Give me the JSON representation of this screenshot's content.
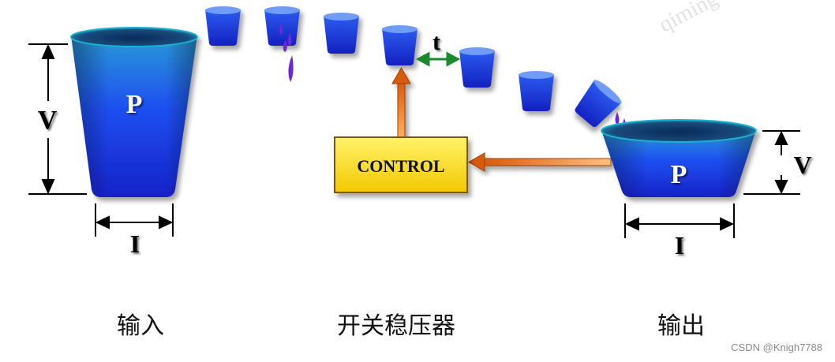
{
  "diagram": {
    "input_tank": {
      "label": "P",
      "height_label": "V",
      "width_label": "I"
    },
    "output_tank": {
      "label": "P",
      "height_label": "V",
      "width_label": "I"
    },
    "control_box": {
      "label": "CONTROL"
    },
    "interval_label": "t",
    "captions": {
      "input": "输入",
      "regulator": "开关稳压器",
      "output": "输出"
    }
  },
  "watermark": "CSDN @Knigh7788",
  "watermark_logo": "qiming",
  "colors": {
    "water_blue": "#1a2fe8",
    "control_fill": "#ffe100",
    "arrow_orange": "#e87a1a",
    "interval_arrow": "#1a8a2a"
  }
}
